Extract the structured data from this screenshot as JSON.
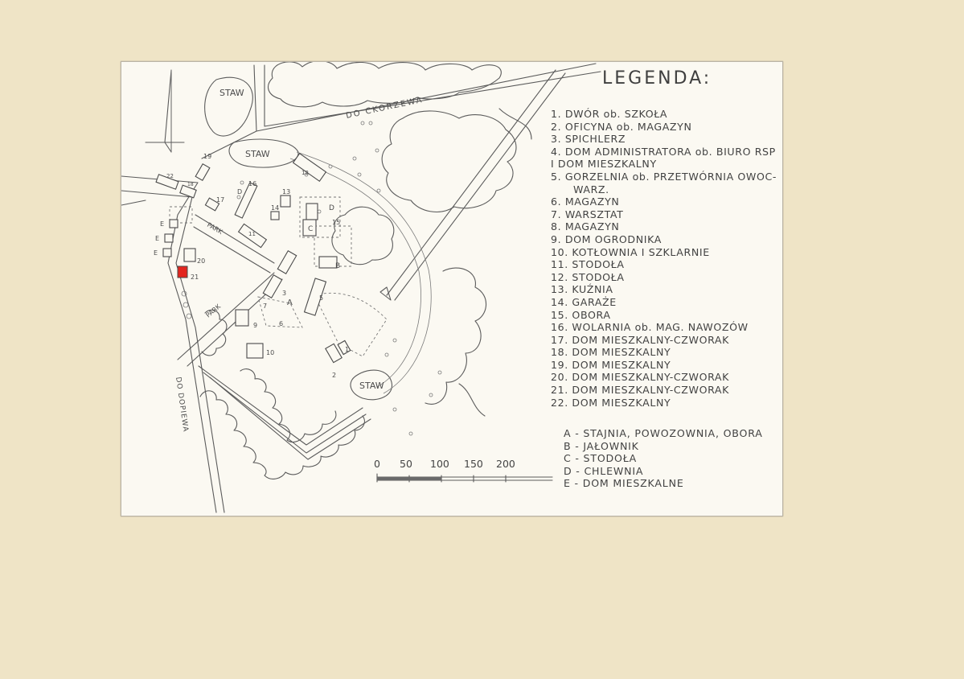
{
  "legend": {
    "title": "LEGENDA:",
    "items": [
      "1. DWÓR ob. SZKOŁA",
      "2. OFICYNA ob. MAGAZYN",
      "3. SPICHLERZ",
      "4. DOM ADMINISTRATORA ob. BIURO RSP",
      "I DOM MIESZKALNY",
      "5. GORZELNIA ob. PRZETWÓRNIA OWOC-",
      "WARZ.",
      "6. MAGAZYN",
      "7. WARSZTAT",
      "8. MAGAZYN",
      "9. DOM OGRODNIKA",
      "10. KOTŁOWNIA I SZKLARNIE",
      "11. STODOŁA",
      "12. STODOŁA",
      "13. KUŹNIA",
      "14. GARAŻE",
      "15. OBORA",
      "16. WOLARNIA ob. MAG. NAWOZÓW",
      "17. DOM MIESZKALNY-CZWORAK",
      "18. DOM MIESZKALNY",
      "19. DOM MIESZKALNY",
      "20. DOM MIESZKALNY-CZWORAK",
      "21. DOM MIESZKALNY-CZWORAK",
      "22. DOM MIESZKALNY"
    ],
    "letters": [
      "A - STAJNIA, POWOZOWNIA, OBORA",
      "B - JAŁOWNIK",
      "C - STODOŁA",
      "D - CHLEWNIA",
      "E - DOM MIESZKALNE"
    ]
  },
  "scale": {
    "ticks": [
      "0",
      "50",
      "100",
      "150",
      "200"
    ]
  },
  "map_labels": {
    "pond_1": "STAW",
    "pond_2": "STAW",
    "pond_3": "STAW",
    "road_north": "DO CKORZEWA",
    "road_south": "DO DOPIEWA",
    "park": "PARK",
    "park_2": "PARK"
  },
  "building_numbers": {
    "b1": "1",
    "b2": "2",
    "b3": "3",
    "b5": "5",
    "b6": "6",
    "b7": "7",
    "b9": "9",
    "b10": "10",
    "b11": "11",
    "b12": "12",
    "b13": "13",
    "b14": "14",
    "b15": "15",
    "b16": "16",
    "b17": "17",
    "b19": "19",
    "b20": "20",
    "b21": "21",
    "b22": "22",
    "b18": "18",
    "lA": "A",
    "lB": "B",
    "lC": "C",
    "lD": "D",
    "lD2": "D",
    "lE1": "E",
    "lE2": "E",
    "lE3": "E"
  },
  "colors": {
    "highlight_building": "#e3261f",
    "pencil": "#5b5b5b",
    "paper": "#fbf9f2",
    "mount": "#efe4c6"
  }
}
